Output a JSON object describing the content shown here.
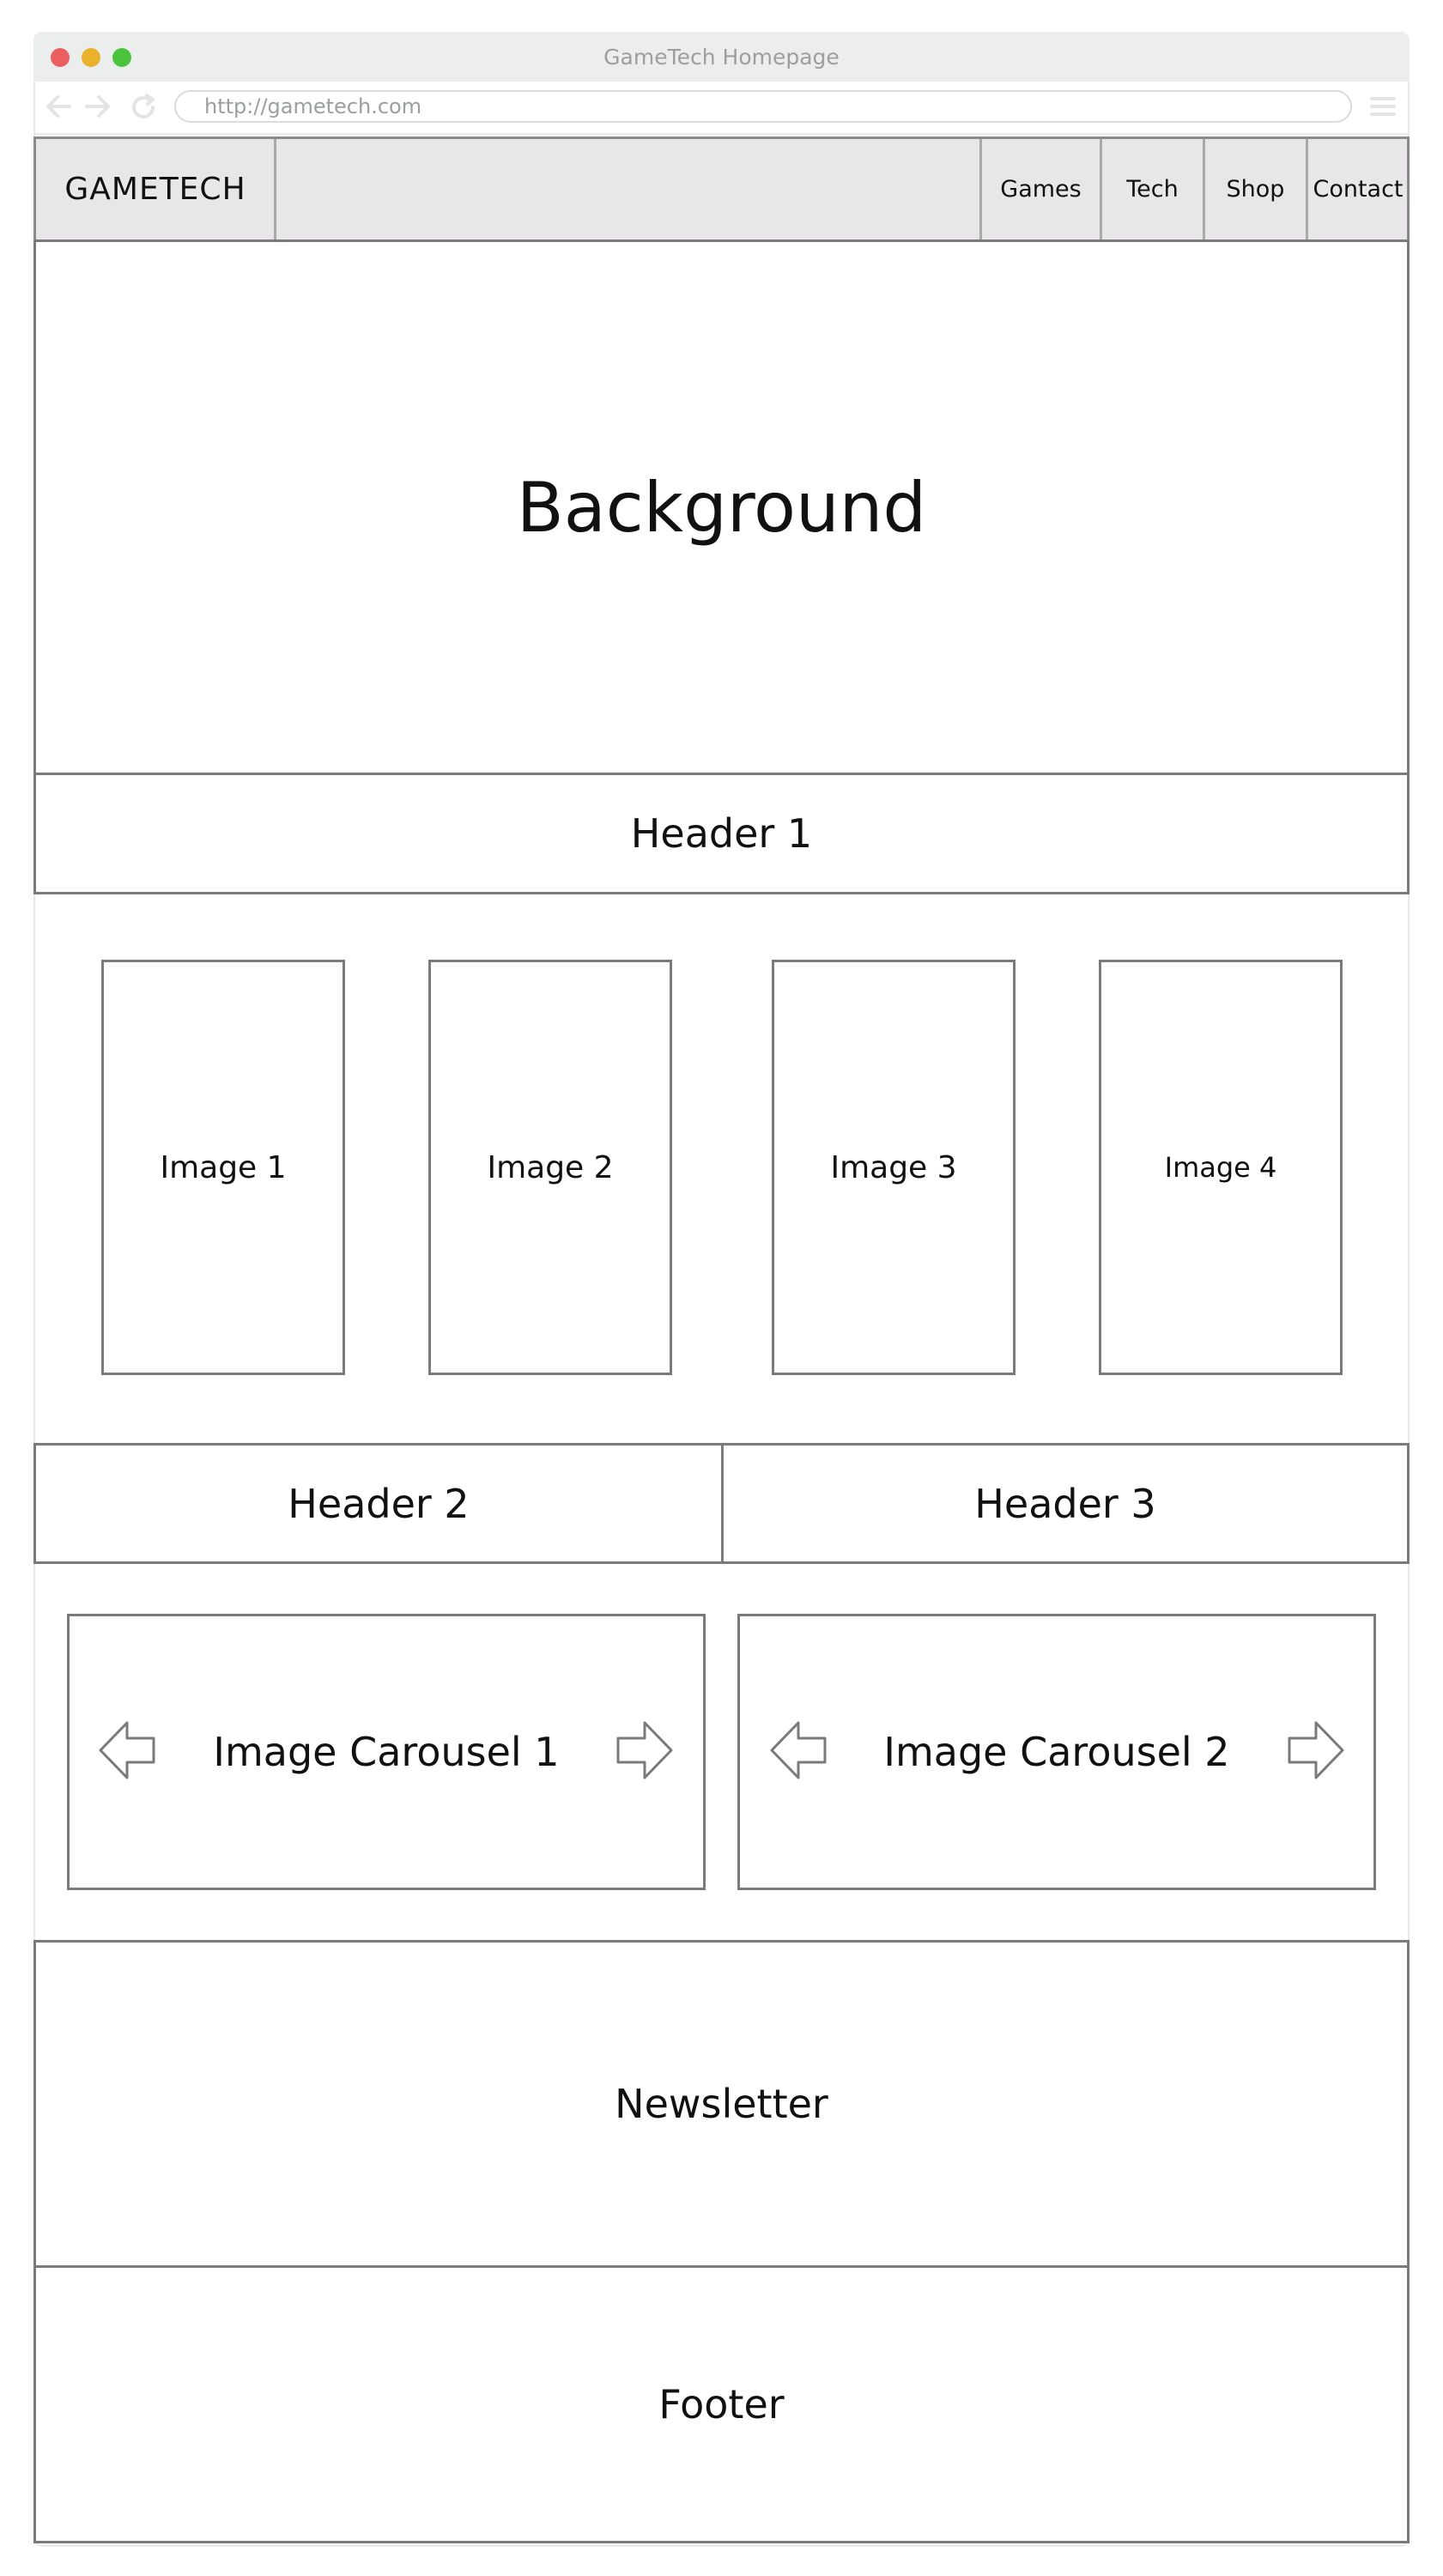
{
  "window": {
    "title": "GameTech Homepage",
    "url": "http://gametech.com"
  },
  "navbar": {
    "logo": "GAMETECH",
    "items": [
      {
        "label": "Games"
      },
      {
        "label": "Tech"
      },
      {
        "label": "Shop"
      },
      {
        "label": "Contact"
      }
    ]
  },
  "hero": {
    "label": "Background"
  },
  "header1": {
    "label": "Header 1"
  },
  "images": [
    {
      "label": "Image 1"
    },
    {
      "label": "Image 2"
    },
    {
      "label": "Image 3"
    },
    {
      "label": "Image 4"
    }
  ],
  "header2": {
    "label": "Header 2"
  },
  "header3": {
    "label": "Header 3"
  },
  "carousels": [
    {
      "label": "Image Carousel 1"
    },
    {
      "label": "Image Carousel 2"
    }
  ],
  "newsletter": {
    "label": "Newsletter"
  },
  "footer": {
    "label": "Footer"
  },
  "icons": {
    "back": "arrow-left-icon",
    "forward": "arrow-right-icon",
    "reload": "reload-icon",
    "menu": "hamburger-menu-icon",
    "carousel_prev": "arrow-left-outline-icon",
    "carousel_next": "arrow-right-outline-icon"
  },
  "colors": {
    "close": "#ec5f5f",
    "minimize": "#e9b12c",
    "maximize": "#4cc33d",
    "navbar_bg": "#e9e6e9",
    "border": "#7a7a7a"
  }
}
